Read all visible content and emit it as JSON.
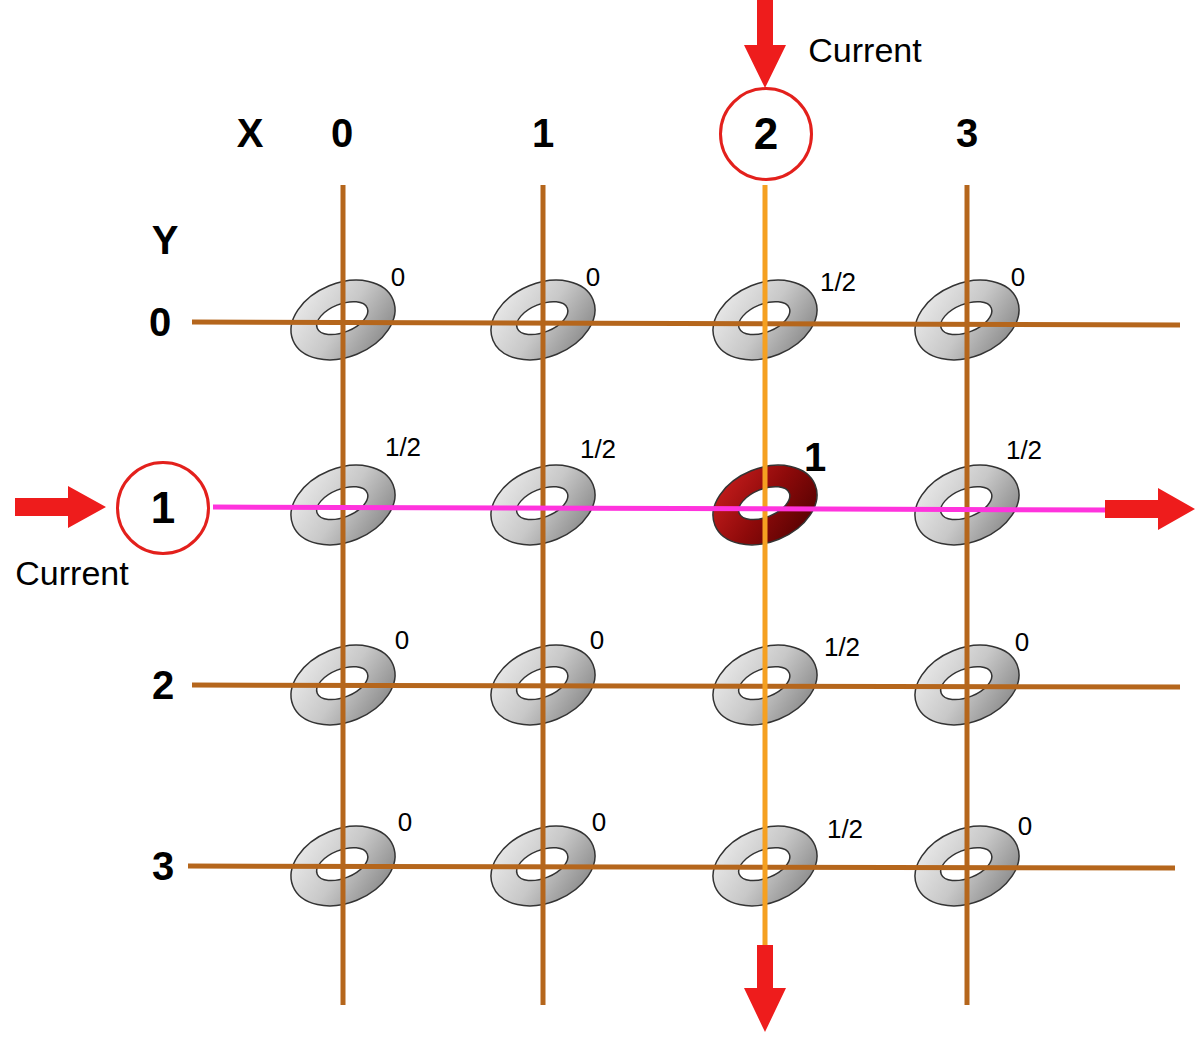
{
  "diagram": {
    "nodes": [
      {
        "text": [
          "2"
        ]
      },
      {
        "text": [
          "1"
        ]
      }
    ],
    "labels": [
      "Current",
      "X",
      "0",
      "1",
      "3",
      "Y",
      "0",
      "0",
      "0",
      "1/2",
      "0",
      "Current",
      "1/2",
      "1/2",
      "1",
      "1/2",
      "2",
      "0",
      "0",
      "1/2",
      "0",
      "3",
      "0",
      "0",
      "1/2",
      "0"
    ]
  }
}
